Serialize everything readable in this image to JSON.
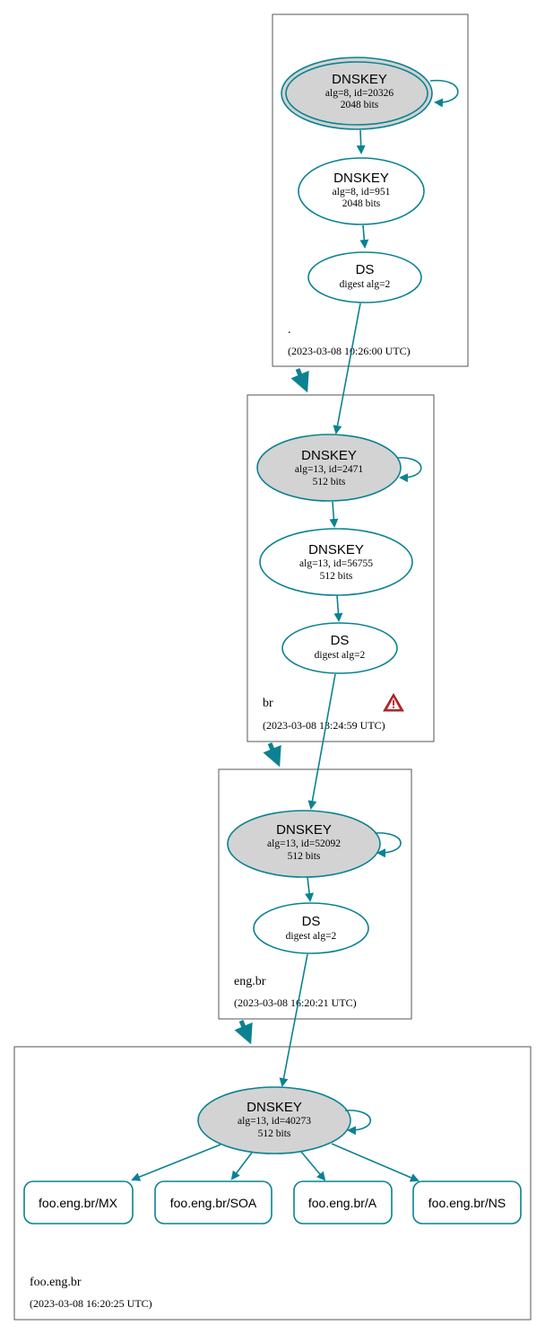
{
  "colors": {
    "edge": "#0a8291",
    "ksk_fill": "#d3d3d3",
    "warning": "#c62828"
  },
  "zones": [
    {
      "name": ".",
      "timestamp": "(2023-03-08 10:26:00 UTC)",
      "nodes": [
        {
          "title": "DNSKEY",
          "line1": "alg=8, id=20326",
          "line2": "2048 bits"
        },
        {
          "title": "DNSKEY",
          "line1": "alg=8, id=951",
          "line2": "2048 bits"
        },
        {
          "title": "DS",
          "line1": "digest alg=2"
        }
      ]
    },
    {
      "name": "br",
      "timestamp": "(2023-03-08 13:24:59 UTC)",
      "warning_icon": "warning-icon",
      "nodes": [
        {
          "title": "DNSKEY",
          "line1": "alg=13, id=2471",
          "line2": "512 bits"
        },
        {
          "title": "DNSKEY",
          "line1": "alg=13, id=56755",
          "line2": "512 bits"
        },
        {
          "title": "DS",
          "line1": "digest alg=2"
        }
      ]
    },
    {
      "name": "eng.br",
      "timestamp": "(2023-03-08 16:20:21 UTC)",
      "nodes": [
        {
          "title": "DNSKEY",
          "line1": "alg=13, id=52092",
          "line2": "512 bits"
        },
        {
          "title": "DS",
          "line1": "digest alg=2"
        }
      ]
    },
    {
      "name": "foo.eng.br",
      "timestamp": "(2023-03-08 16:20:25 UTC)",
      "nodes": [
        {
          "title": "DNSKEY",
          "line1": "alg=13, id=40273",
          "line2": "512 bits"
        }
      ],
      "rrsets": [
        "foo.eng.br/MX",
        "foo.eng.br/SOA",
        "foo.eng.br/A",
        "foo.eng.br/NS"
      ]
    }
  ]
}
